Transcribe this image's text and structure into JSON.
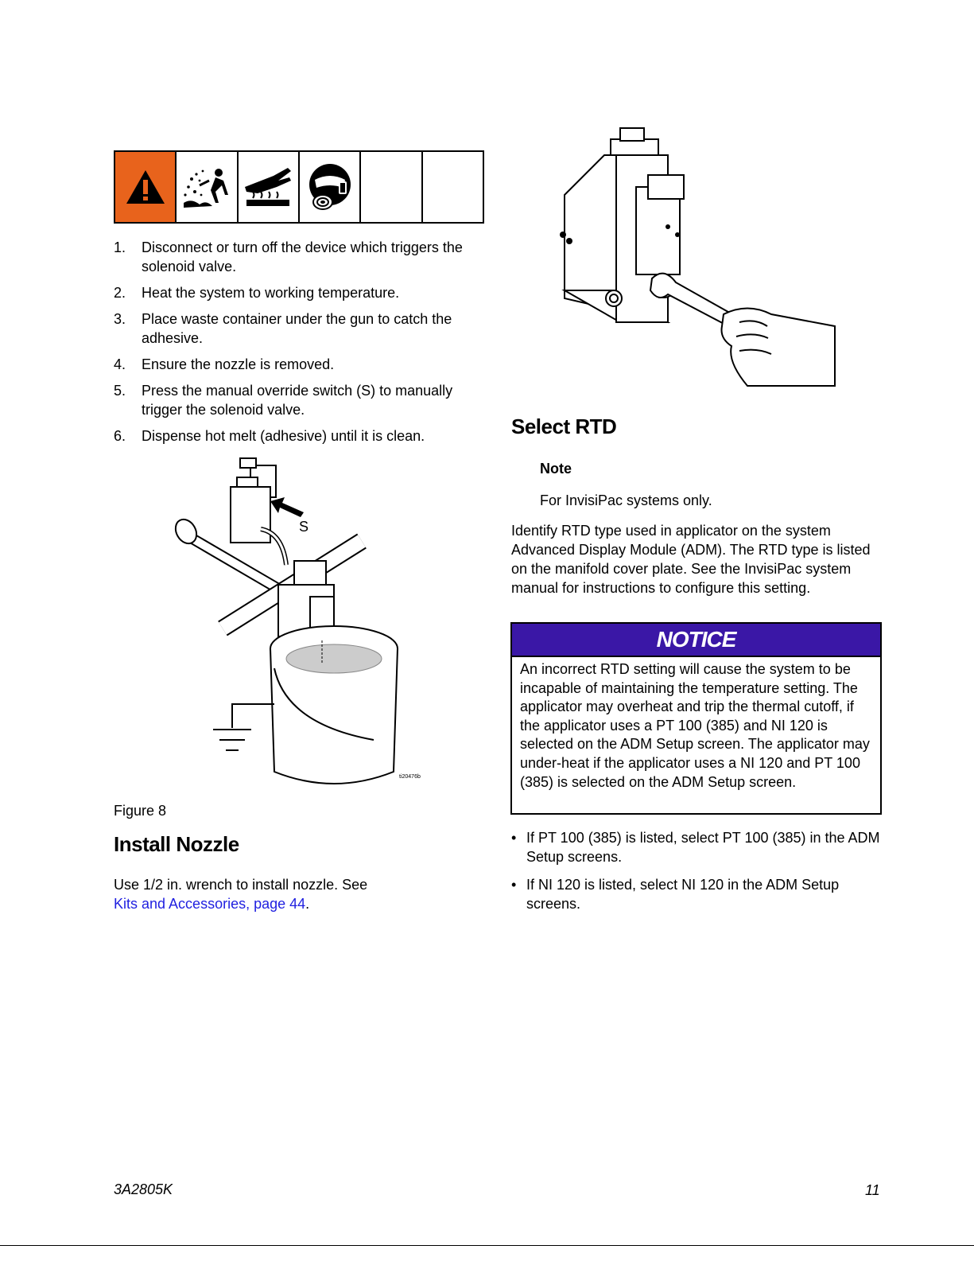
{
  "hazard_symbols": [
    "warning-triangle-icon",
    "splash-hazard-icon",
    "hot-surface-burn-icon",
    "face-protection-icon"
  ],
  "steps": [
    {
      "num": "1.",
      "text": "Disconnect or turn off the device which triggers the solenoid valve."
    },
    {
      "num": "2.",
      "text": "Heat the system to working temperature."
    },
    {
      "num": "3.",
      "text": "Place waste container under the gun to catch the adhesive."
    },
    {
      "num": "4.",
      "text": "Ensure the nozzle is removed."
    },
    {
      "num": "5.",
      "text": "Press the manual override switch (S) to manually trigger the solenoid valve."
    },
    {
      "num": "6.",
      "text": "Dispense hot melt (adhesive) until it is clean."
    }
  ],
  "figure8": {
    "callout": "S",
    "image_id": "ti20476b",
    "caption": "Figure 8"
  },
  "install_nozzle": {
    "title": "Install Nozzle",
    "text": "Use 1/2 in.  wrench to install nozzle.  See ",
    "link": "Kits and Accessories, page 44",
    "after_link": "."
  },
  "select_rtd": {
    "title": "Select RTD",
    "note_title": "Note",
    "note_text": "For InvisiPac systems only.",
    "body": "Identify RTD type used in applicator on the system Advanced Display Module (ADM). The RTD type is listed on the manifold cover plate. See the InvisiPac system manual for instructions to configure this setting."
  },
  "notice": {
    "heading": "NOTICE",
    "text": "An incorrect RTD setting will cause the system to be incapable of maintaining the temperature setting. The applicator may overheat and trip the thermal cutoff, if the applicator uses a PT 100 (385) and NI 120 is selected on the ADM Setup screen. The applicator may under-heat if the applicator uses a NI 120 and PT 100 (385) is selected on the ADM Setup screen.",
    "color": "#3a17a6"
  },
  "bullets": [
    "If PT 100 (385) is listed, select PT 100 (385) in the ADM Setup screens.",
    "If NI 120 is listed, select NI 120 in the ADM Setup screens."
  ],
  "footer": {
    "doc_id": "3A2805K",
    "page": "11"
  }
}
